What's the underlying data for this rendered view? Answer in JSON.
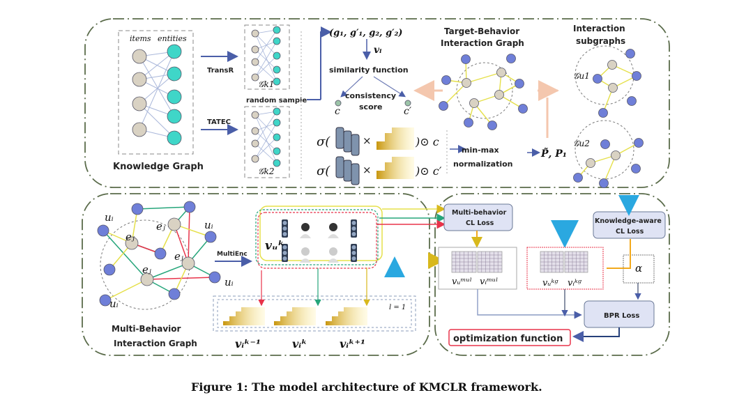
{
  "caption": "Figure 1: The model architecture of KMCLR framework.",
  "knowledge_graph": {
    "title": "Knowledge Graph",
    "col_items": "items",
    "col_entities": "entities",
    "method_1": "TransR",
    "method_2": "TATEC",
    "subgraph_1": "𝒢k1",
    "subgraph_2": "𝒢k2",
    "random_sample": "random sample"
  },
  "consistency": {
    "tuple": "(g₁, g′₁, g₂, g′₂)",
    "vi": "vᵢ",
    "similarity": "similarity function",
    "score_line1": "consistency",
    "score_line2": "score",
    "c": "c",
    "c_prime": "c′",
    "sigma_1_suffix": ")⊙ c",
    "sigma_2_suffix": ")⊙ c′",
    "sigma_prefix": "σ(",
    "times": "×",
    "minmax_1": "min-max",
    "minmax_2": "normalization",
    "p_out": "P̃, P₁"
  },
  "target_graph": {
    "title_1": "Target-Behavior",
    "title_2": "Interaction Graph"
  },
  "subgraphs": {
    "title_1": "Interaction",
    "title_2": "subgraphs",
    "g1": "𝒢u1",
    "g2": "𝒢u2"
  },
  "multi_behavior": {
    "title_1": "Multi-Behavior",
    "title_2": "Interaction Graph",
    "ui": "uᵢ",
    "ej": "eⱼ",
    "multienc": "MultiEnc",
    "vuk": "vᵤᵏ",
    "l_eq": "l = 1",
    "vi_km1": "vᵢᵏ⁻¹",
    "vi_k": "vᵢᵏ",
    "vi_kp1": "vᵢᵏ⁺¹"
  },
  "losses": {
    "mb_cl_1": "Multi-behavior",
    "mb_cl_2": "CL Loss",
    "kg_cl_1": "Knowledge-aware",
    "kg_cl_2": "CL Loss",
    "bpr": "BPR Loss",
    "optimization": "optimization function",
    "alpha": "α",
    "vu_mul": "vᵤᵐᵘˡ",
    "vi_mul": "vᵢᵐᵘˡ",
    "vu_kg": "vᵤᵏᵍ",
    "vi_kg": "vᵢᵏᵍ"
  },
  "colors": {
    "frame": "#5a6b4a",
    "blue_node": "#6f7fd8",
    "cyan_node": "#3fd6c8",
    "gray_node": "#d9d2c3",
    "arrow": "#4a5ea8",
    "red": "#e8334a",
    "green": "#25a57a",
    "yellow": "#e5e04a",
    "box_fill": "#dfe3f4",
    "gold": "#d8a41c"
  }
}
